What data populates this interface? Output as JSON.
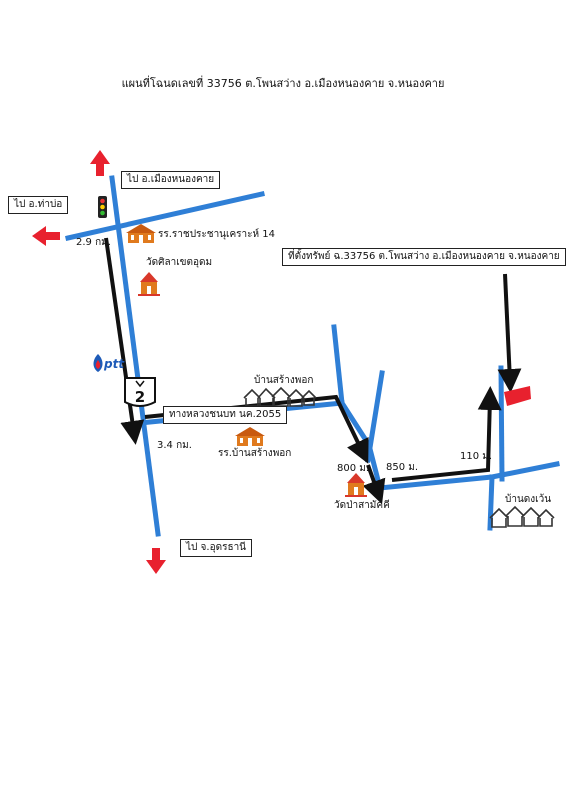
{
  "title": "แผนที่โฉนดเลขที่ 33756 ต.โพนสว่าง  อ.เมืองหนองคาย  จ.หนองคาย",
  "boxes": {
    "to_nongkhai": "ไป อ.เมืองหนองคาย",
    "to_thabo": "ไป อ.ท่าบ่อ",
    "property": "ที่ตั้งทรัพย์ ฉ.33756 ต.โพนสว่าง  อ.เมืองหนองคาย  จ.หนองคาย",
    "rural_road": "ทางหลวงชนบท นค.2055",
    "to_udon": "ไป จ.อุดรธานี"
  },
  "labels": {
    "dist_29": "2.9 กม.",
    "dist_34": "3.4 กม.",
    "dist_800": "800 ม.",
    "dist_850": "850 ม.",
    "dist_110": "110 ม.",
    "school_1": "รร.ราชประชานุเคราะห์ 14",
    "temple_1": "วัดศิลาเขตอุดม",
    "village_1": "บ้านสร้างพอก",
    "school_2": "รร.บ้านสร้างพอก",
    "temple_2": "วัดป่าสามัคคี",
    "village_2": "บ้านดงเว้น",
    "route_number": "2",
    "ptt": "ptt"
  },
  "colors": {
    "road": "#2f7fd6",
    "route": "#111111",
    "arrow_out": "#e8212e",
    "property": "#e8212e",
    "building": "#e07a1e",
    "house": "#333333"
  },
  "icons": [
    "traffic-light-icon",
    "school-icon",
    "temple-icon",
    "house-icon",
    "ptt-logo-icon",
    "route-shield-icon",
    "property-marker-icon"
  ]
}
